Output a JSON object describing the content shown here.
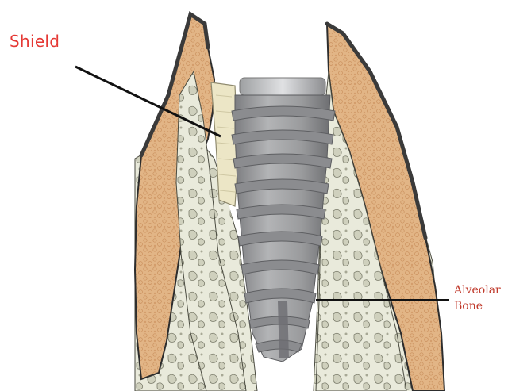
{
  "labels": {
    "shield": "Shield",
    "alveolar_line1": "Alveolar",
    "alveolar_line2": "Bone"
  },
  "colors": {
    "shield_label": "#e53935",
    "alveolar_label": "#c0392b",
    "arrow": "#111111",
    "gingiva_tissue": "#e2b586",
    "bone_matrix": "#e9eadb",
    "marrow": "#cfd0bd",
    "shield_strip": "#ece6c6",
    "implant": "#9a9b9d",
    "implant_shadow": "#6e6f72",
    "epithelium": "#3a3a3a"
  },
  "structures": [
    "left-soft-tissue",
    "right-soft-tissue",
    "alveolar-bone",
    "socket-shield",
    "dental-implant"
  ]
}
